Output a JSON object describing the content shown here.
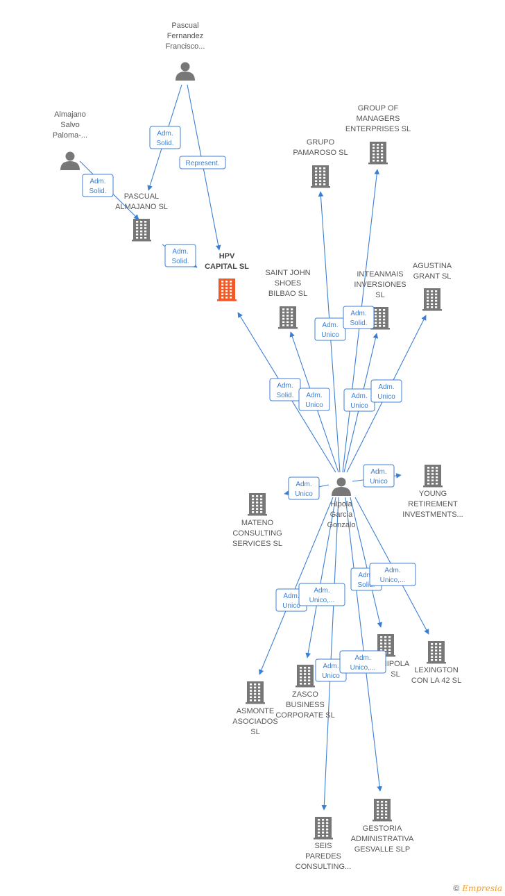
{
  "colors": {
    "edge": "#3b7fd4",
    "node": "#777777",
    "highlight": "#f05a28"
  },
  "nodes": [
    {
      "id": "pascual_fernandez",
      "kind": "person",
      "lines": [
        "Pascual",
        "Fernandez",
        "Francisco..."
      ]
    },
    {
      "id": "almajano_salvo",
      "kind": "person",
      "lines": [
        "Almajano",
        "Salvo",
        "Paloma-..."
      ]
    },
    {
      "id": "pascual_almajano",
      "kind": "company",
      "lines": [
        "PASCUAL",
        "ALMAJANO  SL"
      ]
    },
    {
      "id": "hpv_capital",
      "kind": "company",
      "highlight": true,
      "lines": [
        "HPV",
        "CAPITAL  SL"
      ]
    },
    {
      "id": "grupo_pamaroso",
      "kind": "company",
      "lines": [
        "GRUPO",
        "PAMAROSO  SL"
      ]
    },
    {
      "id": "group_of_managers",
      "kind": "company",
      "lines": [
        "GROUP OF",
        "MANAGERS",
        "ENTERPRISES SL"
      ]
    },
    {
      "id": "saint_john",
      "kind": "company",
      "lines": [
        "SAINT JOHN",
        "SHOES",
        "BILBAO  SL"
      ]
    },
    {
      "id": "inteanmais",
      "kind": "company",
      "lines": [
        "INTEANMAIS",
        "INVERSIONES",
        "SL"
      ]
    },
    {
      "id": "agustina_grant",
      "kind": "company",
      "lines": [
        "AGUSTINA",
        "GRANT  SL"
      ]
    },
    {
      "id": "hipola_garcia",
      "kind": "person",
      "lines": [
        "Hipola",
        "Garcia",
        "Gonzalo"
      ]
    },
    {
      "id": "mateno",
      "kind": "company",
      "lines": [
        "MATENO",
        "CONSULTING",
        "SERVICES  SL"
      ]
    },
    {
      "id": "young_retirement",
      "kind": "company",
      "lines": [
        "YOUNG",
        "RETIREMENT",
        "INVESTMENTS..."
      ]
    },
    {
      "id": "hipola_sl",
      "kind": "company",
      "lines": [
        "HIPOLA",
        "SL"
      ]
    },
    {
      "id": "lexington",
      "kind": "company",
      "lines": [
        "LEXINGTON",
        "CON LA 42  SL"
      ]
    },
    {
      "id": "asmonte",
      "kind": "company",
      "lines": [
        "ASMONTE",
        "ASOCIADOS",
        "SL"
      ]
    },
    {
      "id": "zasco",
      "kind": "company",
      "lines": [
        "ZASCO",
        "BUSINESS",
        "CORPORATE SL"
      ]
    },
    {
      "id": "gestoria",
      "kind": "company",
      "lines": [
        "GESTORIA",
        "ADMINISTRATIVA",
        "GESVALLE  SLP"
      ]
    },
    {
      "id": "seis_paredes",
      "kind": "company",
      "lines": [
        "SEIS",
        "PAREDES",
        "CONSULTING..."
      ]
    }
  ],
  "edges": [
    {
      "from": "pascual_fernandez",
      "to": "pascual_almajano",
      "label": [
        "Adm.",
        "Solid."
      ]
    },
    {
      "from": "pascual_fernandez",
      "to": "hpv_capital",
      "label": [
        "Represent."
      ]
    },
    {
      "from": "almajano_salvo",
      "to": "pascual_almajano",
      "label": [
        "Adm.",
        "Solid."
      ]
    },
    {
      "from": "pascual_almajano",
      "to": "hpv_capital",
      "label": [
        "Adm.",
        "Solid."
      ]
    },
    {
      "from": "hipola_garcia",
      "to": "hpv_capital",
      "label": [
        "Adm.",
        "Solid."
      ]
    },
    {
      "from": "hipola_garcia",
      "to": "saint_john",
      "label": [
        "Adm.",
        "Unico"
      ]
    },
    {
      "from": "hipola_garcia",
      "to": "grupo_pamaroso",
      "label": [
        "Adm.",
        "Unico"
      ]
    },
    {
      "from": "hipola_garcia",
      "to": "group_of_managers",
      "label": [
        "Adm.",
        "Solid."
      ]
    },
    {
      "from": "hipola_garcia",
      "to": "inteanmais",
      "label": [
        "Adm.",
        "Unico"
      ]
    },
    {
      "from": "hipola_garcia",
      "to": "agustina_grant",
      "label": [
        "Adm.",
        "Unico"
      ]
    },
    {
      "from": "hipola_garcia",
      "to": "mateno",
      "label": [
        "Adm.",
        "Unico"
      ]
    },
    {
      "from": "hipola_garcia",
      "to": "young_retirement",
      "label": [
        "Adm.",
        "Unico"
      ]
    },
    {
      "from": "hipola_garcia",
      "to": "asmonte",
      "label": [
        "Adm.",
        "Unico"
      ]
    },
    {
      "from": "hipola_garcia",
      "to": "zasco",
      "label": [
        "Adm.",
        "Unico,..."
      ]
    },
    {
      "from": "hipola_garcia",
      "to": "hipola_sl",
      "label": [
        "Adm.",
        "Solid."
      ]
    },
    {
      "from": "hipola_garcia",
      "to": "lexington",
      "label": [
        "Adm.",
        "Unico,..."
      ]
    },
    {
      "from": "hipola_garcia",
      "to": "seis_paredes",
      "label": [
        "Adm.",
        "Unico"
      ]
    },
    {
      "from": "hipola_garcia",
      "to": "gestoria",
      "label": [
        "Adm.",
        "Unico,..."
      ]
    }
  ],
  "footer": {
    "copyright": "©",
    "brand": "Empresia"
  }
}
